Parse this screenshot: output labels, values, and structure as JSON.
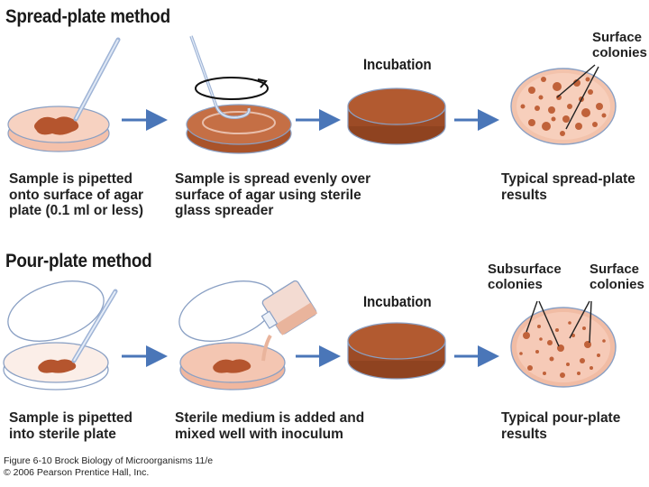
{
  "spread": {
    "title": "Spread-plate method",
    "step1": "Sample is pipetted\nonto surface of agar\nplate (0.1 ml or less)",
    "step2": "Sample is spread evenly over\nsurface of agar using sterile\nglass spreader",
    "incubation": "Incubation",
    "result": "Typical spread-plate\nresults",
    "surface_label": "Surface\ncolonies"
  },
  "pour": {
    "title": "Pour-plate method",
    "step1": "Sample is pipetted\ninto sterile plate",
    "step2": "Sterile medium is added and\nmixed well with inoculum",
    "incubation": "Incubation",
    "result": "Typical pour-plate\nresults",
    "subsurface_label": "Subsurface\ncolonies",
    "surface_label": "Surface\ncolonies"
  },
  "credit": {
    "line1": "Figure 6-10 Brock Biology of Microorganisms 11/e",
    "line2": "© 2006 Pearson Prentice Hall, Inc."
  },
  "colors": {
    "agar_light": "#f6c9b4",
    "agar_dark": "#a9532a",
    "sample": "#b5552e",
    "colony": "#c0623a",
    "arrow": "#4a76b8",
    "glass": "#8fa8cc"
  }
}
